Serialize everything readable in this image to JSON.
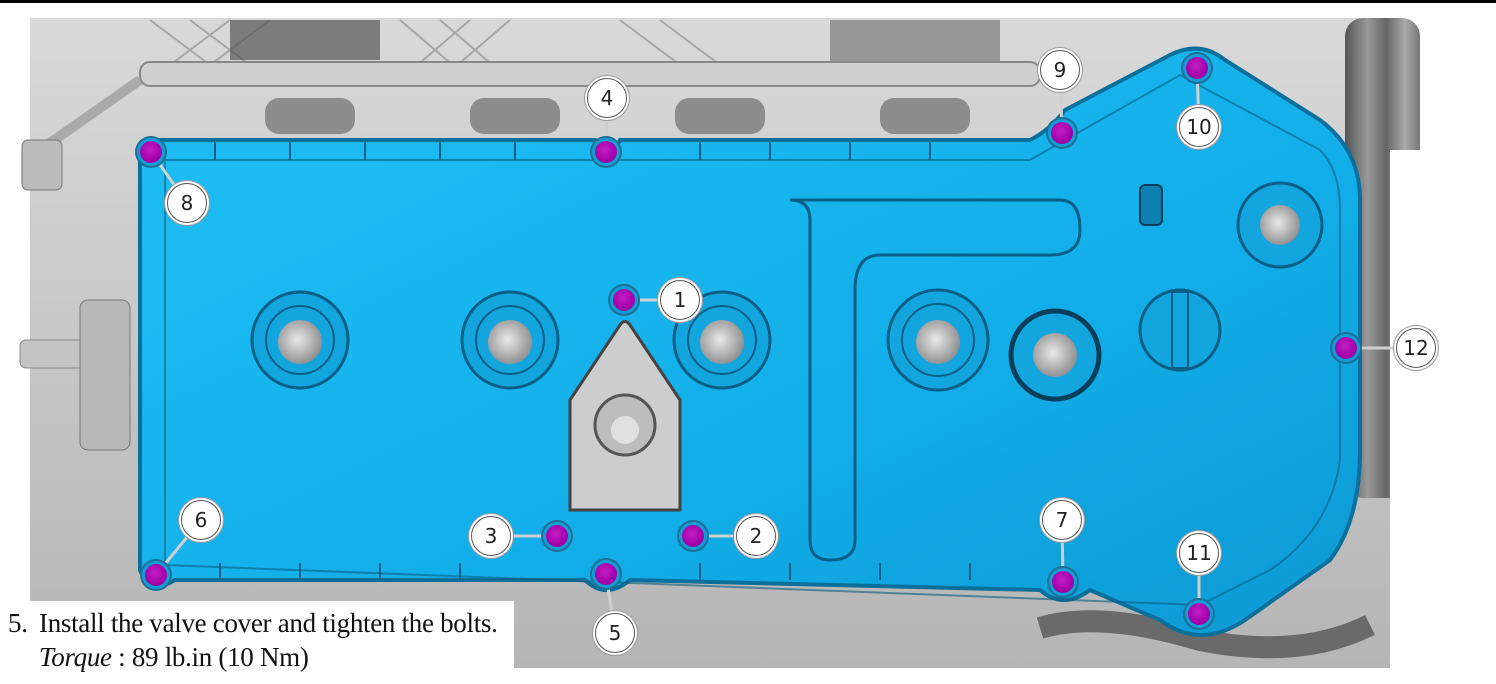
{
  "document": {
    "step": {
      "number": "5.",
      "instruction": "Install the valve cover and tighten the bolts.",
      "torque_label": "Torque",
      "torque_sep": " : ",
      "torque_value": "89 lb.in (10 Nm)"
    }
  },
  "figure": {
    "description": "Valve cover bolt tightening sequence",
    "cover_color": "#15b4ee",
    "bolt_color": "#a300a8",
    "engine_color": "#c8c8c8",
    "callouts": [
      {
        "label": "1",
        "bolt": [
          624,
          300
        ],
        "badge": [
          680,
          300
        ]
      },
      {
        "label": "2",
        "bolt": [
          693,
          536
        ],
        "badge": [
          756,
          536
        ]
      },
      {
        "label": "3",
        "bolt": [
          557,
          536
        ],
        "badge": [
          491,
          536
        ]
      },
      {
        "label": "4",
        "bolt": [
          606,
          152
        ],
        "badge": [
          607,
          98
        ]
      },
      {
        "label": "5",
        "bolt": [
          606,
          574
        ],
        "badge": [
          615,
          633
        ]
      },
      {
        "label": "6",
        "bolt": [
          156,
          575
        ],
        "badge": [
          201,
          520
        ]
      },
      {
        "label": "7",
        "bolt": [
          1063,
          582
        ],
        "badge": [
          1062,
          520
        ]
      },
      {
        "label": "8",
        "bolt": [
          151,
          152
        ],
        "badge": [
          187,
          203
        ]
      },
      {
        "label": "9",
        "bolt": [
          1062,
          133
        ],
        "badge": [
          1060,
          70
        ]
      },
      {
        "label": "10",
        "bolt": [
          1197,
          68
        ],
        "badge": [
          1199,
          127
        ]
      },
      {
        "label": "11",
        "bolt": [
          1199,
          614
        ],
        "badge": [
          1199,
          553
        ]
      },
      {
        "label": "12",
        "bolt": [
          1346,
          348
        ],
        "badge": [
          1416,
          348
        ]
      }
    ]
  }
}
